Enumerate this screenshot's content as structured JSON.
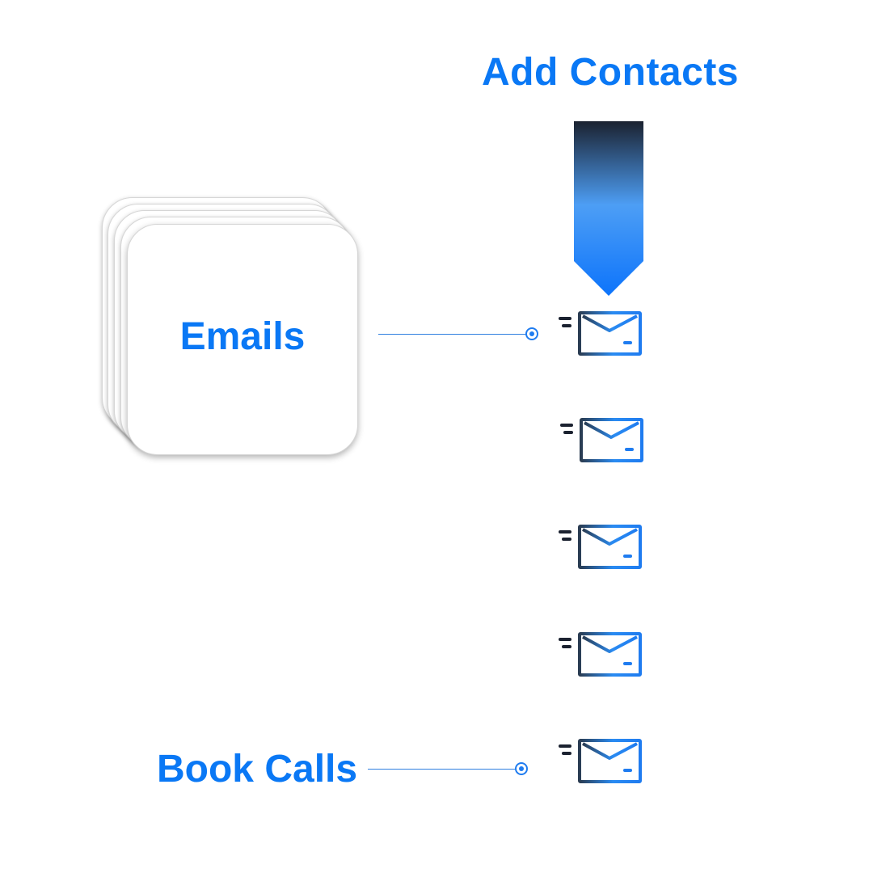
{
  "title": "Add Contacts",
  "stack": {
    "label": "Emails"
  },
  "calls": {
    "label": "Book Calls"
  },
  "email_icons": [
    "email-icon",
    "email-icon",
    "email-icon",
    "email-icon",
    "email-icon"
  ],
  "colors": {
    "accent": "#0a78f5",
    "arrow_top": "#1b2230",
    "arrow_mid": "#4d9ef5",
    "arrow_bottom": "#0d74fb",
    "icon_dark": "#2a3c52",
    "icon_blue": "#2a8bf2"
  }
}
